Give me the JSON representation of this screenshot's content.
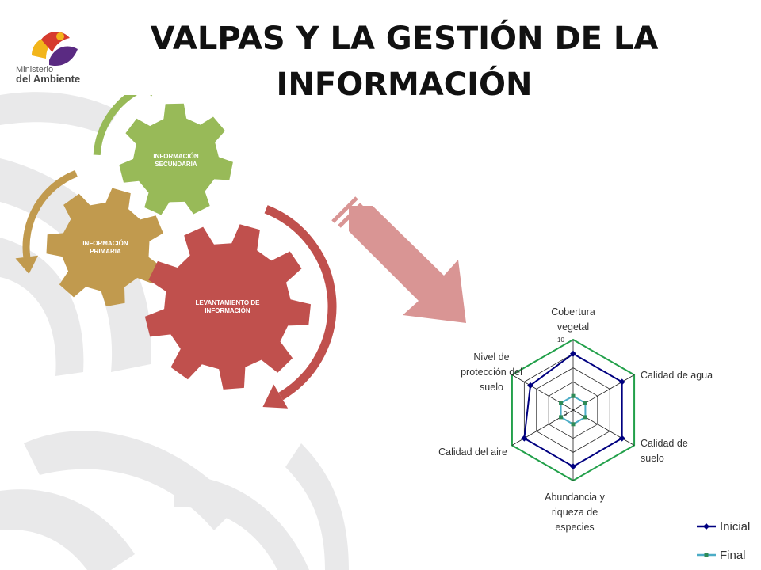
{
  "logo": {
    "line1": "Ministerio",
    "line2": "del Ambiente",
    "colors": {
      "purple": "#5a2a82",
      "yellow": "#f2b51b",
      "red": "#d63b2e"
    }
  },
  "title": {
    "line1": "VALPAS Y LA GESTIÓN DE LA",
    "line2": "INFORMACIÓN"
  },
  "cycle": {
    "gears": [
      {
        "label_lines": [
          "INFORMACIÓN",
          "SECUNDARIA"
        ],
        "color": "#98ba58"
      },
      {
        "label_lines": [
          "INFORMACIÓN",
          "PRIMARIA"
        ],
        "color": "#c19a4e"
      },
      {
        "label_lines": [
          "LEVANTAMIENTO DE",
          "INFORMACIÓN"
        ],
        "color": "#c0504d"
      }
    ],
    "arrow_colors": [
      "#98ba58",
      "#c19a4e",
      "#c0504d"
    ],
    "big_arrow_color": "#d99594"
  },
  "chart_data": {
    "type": "radar",
    "categories": [
      "Cobertura vegetal",
      "Calidad de agua",
      "Calidad de suelo",
      "Abundancia y riqueza de especies",
      "Calidad del aire",
      "Nivel de protección del suelo"
    ],
    "category_lines": [
      [
        "Cobertura",
        "vegetal"
      ],
      [
        "Calidad de agua"
      ],
      [
        "Calidad de",
        "suelo"
      ],
      [
        "Abundancia y",
        "riqueza de",
        "especies"
      ],
      [
        "Calidad del aire"
      ],
      [
        "Nivel de",
        "protección del",
        "suelo"
      ]
    ],
    "series": [
      {
        "name": "Inicial",
        "values": [
          8,
          8,
          8,
          8,
          8,
          7
        ],
        "color": "#000080",
        "marker": "diamond"
      },
      {
        "name": "Final",
        "values": [
          2,
          2,
          2,
          2,
          2,
          2
        ],
        "color": "#4bacc6",
        "marker": "square"
      }
    ],
    "axis": {
      "min": 0,
      "max": 10,
      "tick_labels": [
        "0",
        "10"
      ]
    },
    "grid_color": "#222222",
    "outer_ring_color": "#22a04a",
    "legend_position": "bottom-right"
  }
}
